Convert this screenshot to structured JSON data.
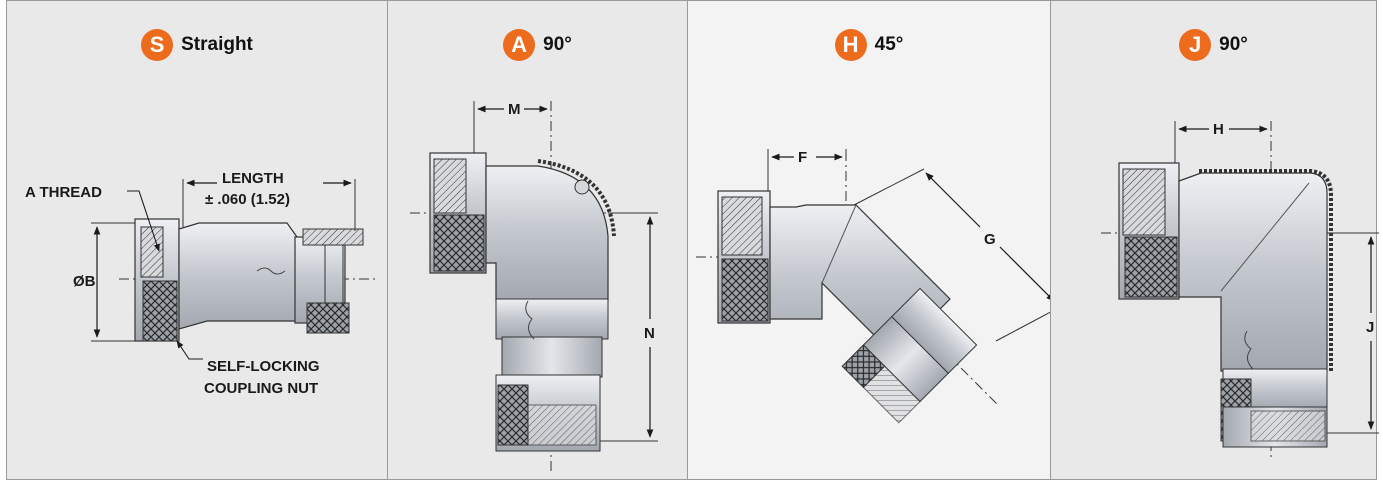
{
  "panels": [
    {
      "badge": "S",
      "title": "Straight",
      "labels": {
        "a_thread": "A THREAD",
        "length": "LENGTH",
        "tolerance": "± .060 (1.52)",
        "diameter": "ØB",
        "nut_line1": "SELF-LOCKING",
        "nut_line2": "COUPLING NUT"
      }
    },
    {
      "badge": "A",
      "title": "90°",
      "labels": {
        "m": "M",
        "n": "N"
      }
    },
    {
      "badge": "H",
      "title": "45°",
      "labels": {
        "f": "F",
        "g": "G"
      }
    },
    {
      "badge": "J",
      "title": "90°",
      "labels": {
        "h": "H",
        "j": "J"
      }
    }
  ],
  "colors": {
    "badge": "#ec6b1c",
    "panel_bg": "#e9e9e9",
    "panel_bg_highlight": "#f3f3f3",
    "body": "#c9ccd2",
    "outline": "#333333"
  }
}
